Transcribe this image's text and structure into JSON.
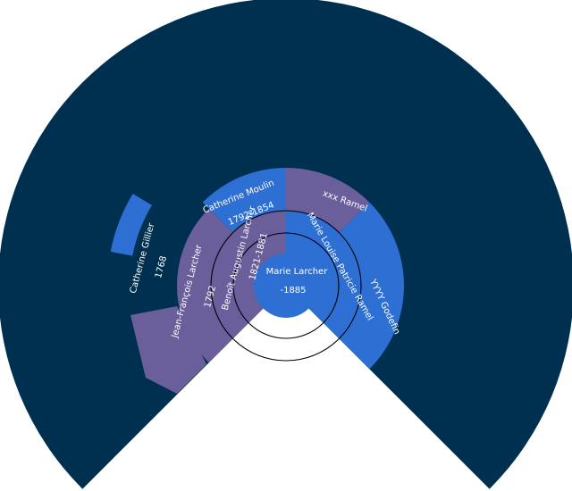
{
  "colors": {
    "background": "#ffffff",
    "fan": "#00304f",
    "blue": "#2e6fd4",
    "purple": "#6a5e9b",
    "ring": "#000000",
    "text": "#ffffff"
  },
  "root": {
    "name": "Marie Larcher",
    "dates": "-1885"
  },
  "parents": [
    {
      "key": "father",
      "name": "Benoît Augustin Larcher",
      "dates": "1821-1881"
    },
    {
      "key": "mother",
      "name": "Marie Louise Patricie Ramel",
      "dates": ""
    }
  ],
  "grandparents": [
    {
      "key": "ff",
      "name": "Jean-François Larcher",
      "dates": "1792"
    },
    {
      "key": "fm",
      "name": "Catherine Moulin",
      "dates": "1792-1854"
    },
    {
      "key": "mf",
      "name": "xxx Ramel",
      "dates": ""
    },
    {
      "key": "mm",
      "name": "YYYY Godefin",
      "dates": ""
    }
  ],
  "great_grandparents": [
    {
      "key": "ffm",
      "name": "Catherine Gillier",
      "dates": "1768"
    }
  ]
}
